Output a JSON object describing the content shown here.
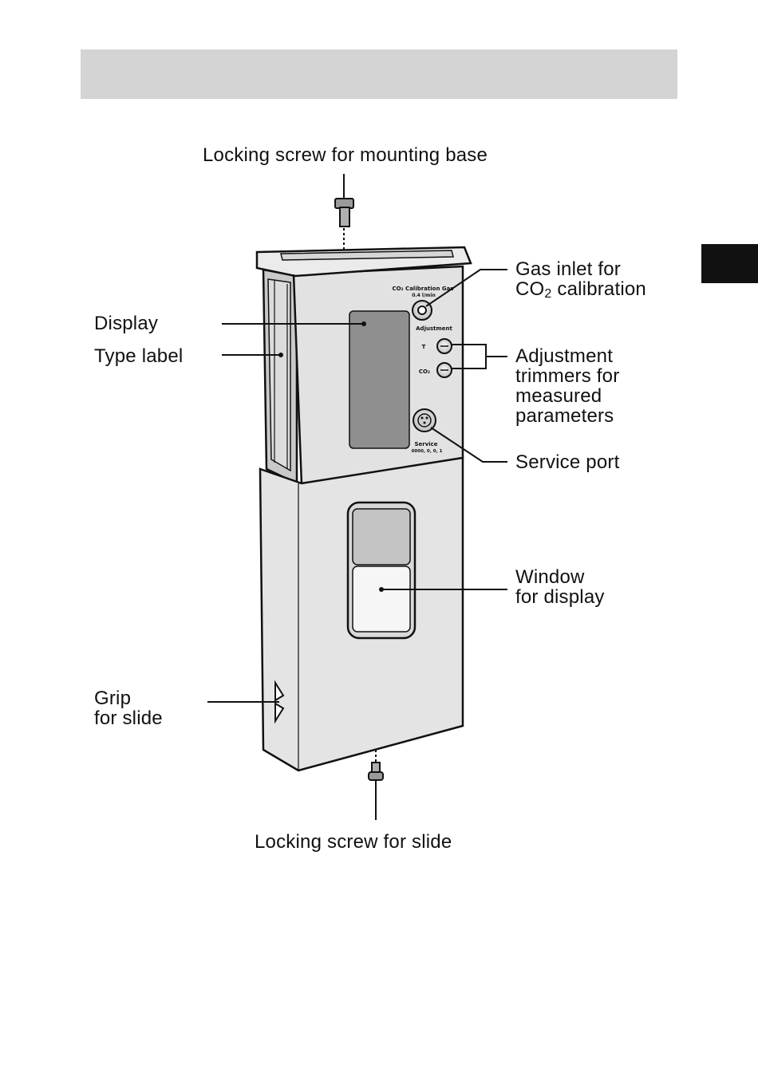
{
  "labels": {
    "top_screw": "Locking screw for mounting base",
    "gas_inlet_line1": "Gas inlet for",
    "gas_inlet_co": "CO",
    "gas_inlet_sub": "2",
    "gas_inlet_rest": " calibration",
    "display": "Display",
    "type_label": "Type label",
    "adjust_1": "Adjustment",
    "adjust_2": "trimmers for",
    "adjust_3": "measured",
    "adjust_4": "parameters",
    "service_port": "Service port",
    "window_1": "Window",
    "window_2": "for display",
    "grip_1": "Grip",
    "grip_2": "for slide",
    "bottom_screw": "Locking screw for slide"
  },
  "device": {
    "cal_gas_title": "CO₂ Calibration Gas",
    "cal_gas_flow": "0.4 l/min",
    "adjustment": "Adjustment",
    "trim_t": "T",
    "trim_co2": "CO₂",
    "service": "Service",
    "service_sub": "0000, 0, 0, 1"
  },
  "colors": {
    "header_bar": "#d4d4d4",
    "housing": "#e4e4e4",
    "display_panel": "#8f8f8f",
    "side_tab": "#111111"
  }
}
